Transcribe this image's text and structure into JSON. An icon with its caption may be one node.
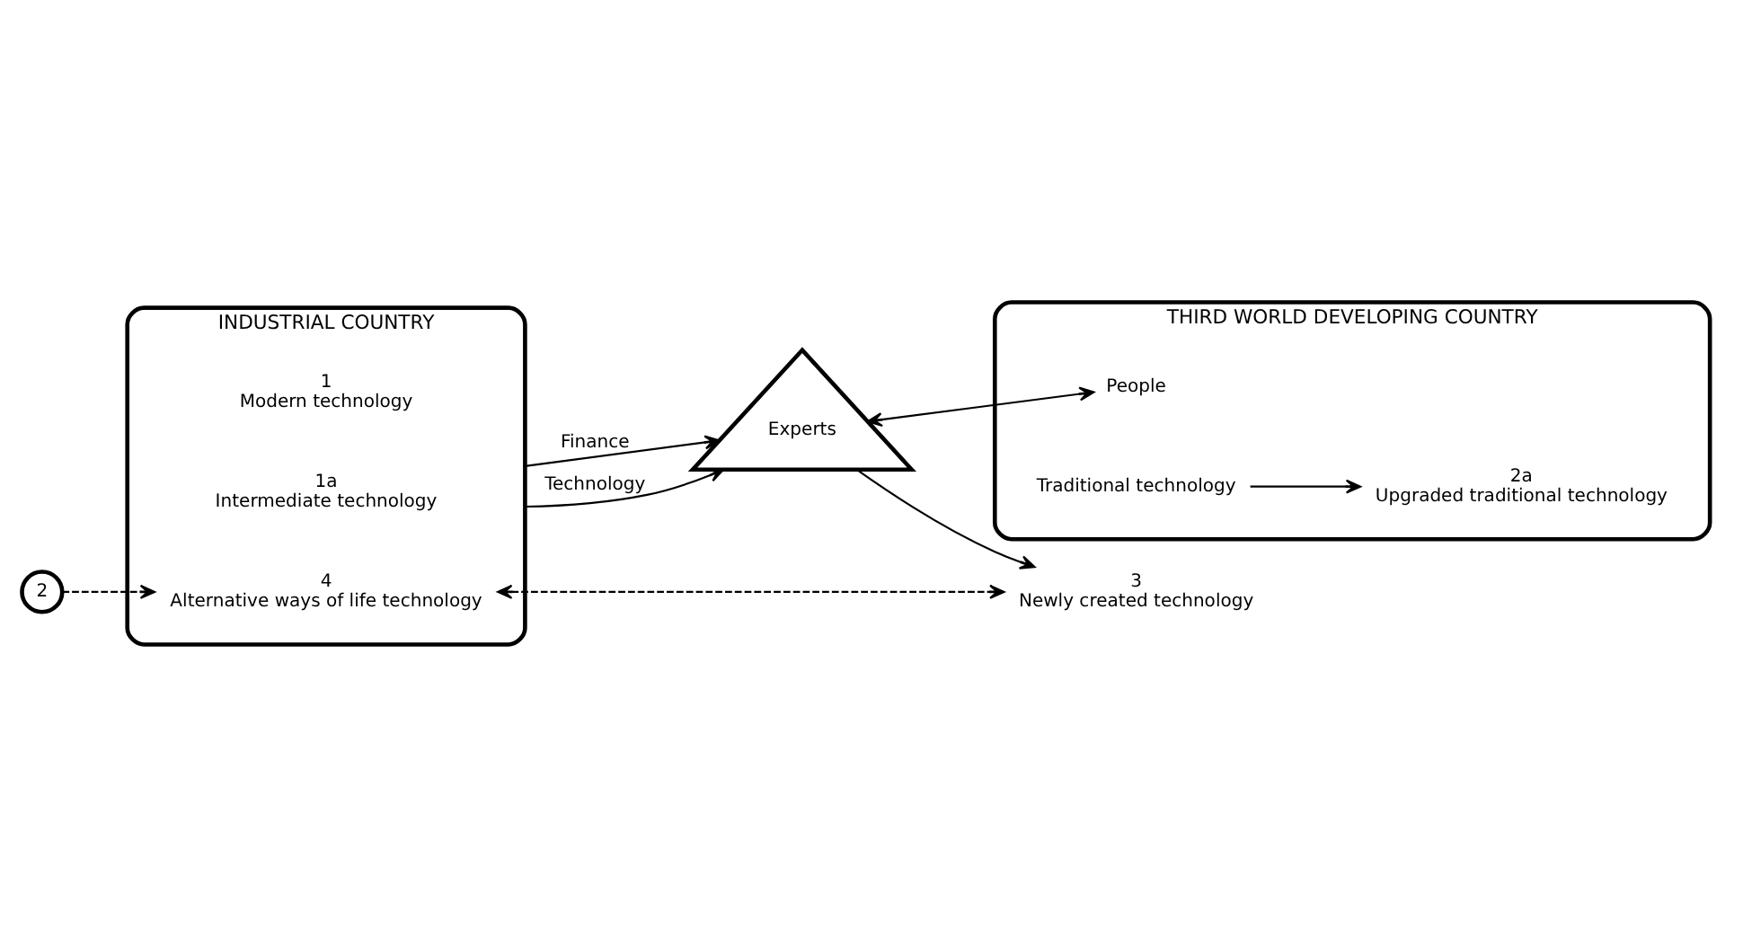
{
  "diagram": {
    "nodes": [
      {
        "text": [
          "INDUSTRIAL COUNTRY"
        ]
      },
      {
        "text": [
          "1",
          "Modern technology"
        ],
        "in": 0
      },
      {
        "text": [
          "1a",
          "Intermediate technology"
        ],
        "in": 0
      },
      {
        "text": [
          "4",
          "Alternative ways of life technology"
        ],
        "in": 0
      },
      {
        "text": [
          "Experts"
        ]
      },
      {
        "text": [
          "3",
          "Newly created technology"
        ]
      },
      {
        "text": [
          "THIRD WORLD DEVELOPING COUNTRY"
        ]
      },
      {
        "text": [
          "People"
        ],
        "in": 6
      },
      {
        "text": [
          "2a",
          "Upgraded traditional technology"
        ],
        "in": 6
      },
      {
        "text": [
          "Traditional technology"
        ],
        "in": 6
      },
      {
        "text": [
          "2"
        ]
      }
    ],
    "edges": [
      {
        "from": 0,
        "to": 4,
        "arrow": "to",
        "label": "Finance"
      },
      {
        "from": 0,
        "to": 4,
        "arrow": "to",
        "label": "Technology"
      },
      {
        "from": 4,
        "to": 7,
        "arrow": "both"
      },
      {
        "from": 4,
        "to": 5,
        "arrow": "to"
      },
      {
        "from": 9,
        "to": 8,
        "arrow": "to"
      },
      {
        "from": 3,
        "to": 5,
        "arrow": "both",
        "style": "dashed"
      },
      {
        "from": 10,
        "to": 3,
        "arrow": "to",
        "style": "dashed"
      }
    ]
  }
}
